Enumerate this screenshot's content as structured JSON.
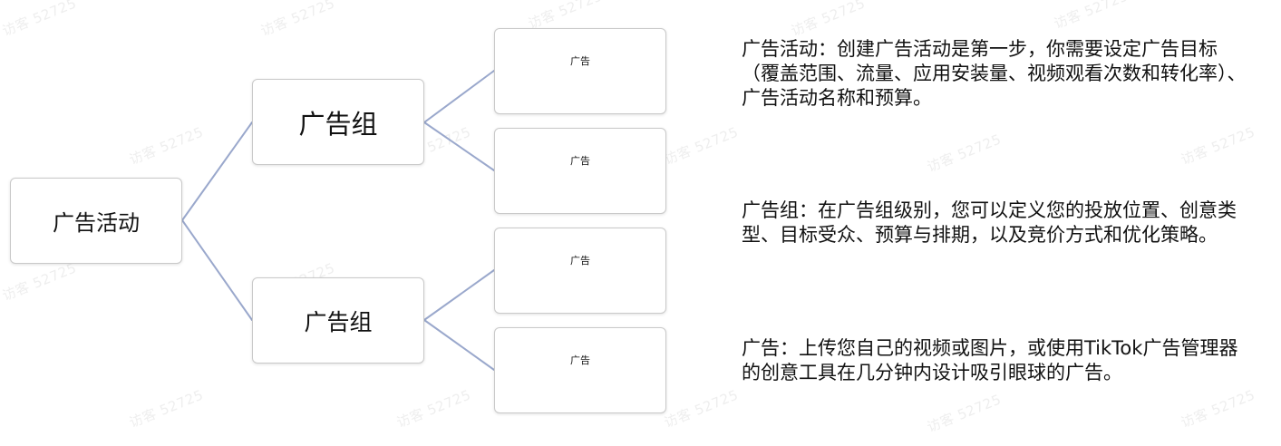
{
  "watermark": "访客 52725",
  "diagram": {
    "campaign_label": "广告活动",
    "ad_groups": [
      {
        "label": "广告组"
      },
      {
        "label": "广告组"
      }
    ],
    "ads": [
      {
        "label": "广告"
      },
      {
        "label": "广告"
      },
      {
        "label": "广告"
      },
      {
        "label": "广告"
      }
    ],
    "connector_color": "#9aa8cc"
  },
  "descriptions": [
    {
      "text": "广告活动：创建广告活动是第一步，你需要设定广告目标（覆盖范围、流量、应用安装量、视频观看次数和转化率）、广告活动名称和预算。"
    },
    {
      "text": "广告组：在广告组级别，您可以定义您的投放位置、创意类型、目标受众、预算与排期，以及竞价方式和优化策略。"
    },
    {
      "text": "广告：上传您自己的视频或图片，或使用TikTok广告管理器的创意工具在几分钟内设计吸引眼球的广告。"
    }
  ]
}
